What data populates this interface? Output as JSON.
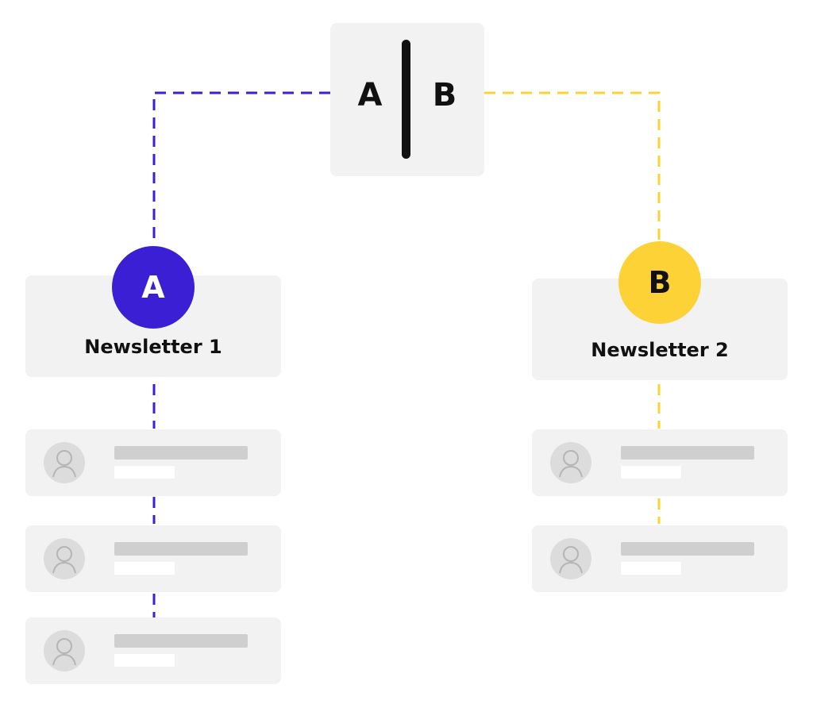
{
  "ab_test": {
    "label_a": "A",
    "label_b": "B"
  },
  "variants": [
    {
      "letter": "A",
      "title": "Newsletter 1",
      "color": "#3a1fd4",
      "subscriber_count": 3
    },
    {
      "letter": "B",
      "title": "Newsletter 2",
      "color": "#fdd236",
      "subscriber_count": 2
    }
  ],
  "colors": {
    "line_a": "#3a1fd4",
    "line_b": "#fdd236",
    "card_background": "#f2f2f2",
    "placeholder_bar": "#cfcfcf"
  },
  "icons": {
    "avatar_icon": "user-avatar-icon"
  }
}
